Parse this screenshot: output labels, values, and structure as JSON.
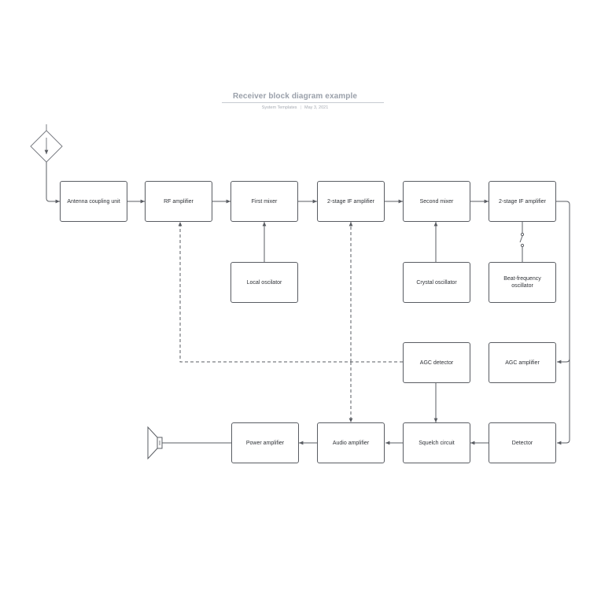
{
  "diagram": {
    "title": "Receiver block diagram example",
    "subtitle_left": "System Templates",
    "subtitle_right": "May 3, 2021",
    "blocks": {
      "antenna_coupling": "Antenna coupling unit",
      "rf_amplifier": "RF amplifier",
      "first_mixer": "First mixer",
      "if_amplifier_1": "2-stage IF amplifier",
      "second_mixer": "Second mixer",
      "if_amplifier_2": "2-stage IF amplifier",
      "local_oscillator": "Local oscilator",
      "crystal_oscillator": "Crystal oscillator",
      "beat_frequency_oscillator": "Beat-frequency oscillator",
      "agc_detector": "AGC detector",
      "agc_amplifier": "AGC amplifier",
      "power_amplifier": "Power amplifier",
      "audio_amplifier": "Audio amplifier",
      "squelch_circuit": "Squelch circuit",
      "detector": "Detector"
    },
    "colors": {
      "line": "#5a5d63",
      "title": "#9aa0aa",
      "text": "#2f3237"
    },
    "icons": {
      "antenna": "antenna-diamond-icon",
      "speaker": "speaker-icon",
      "switch": "switch-icon"
    }
  }
}
